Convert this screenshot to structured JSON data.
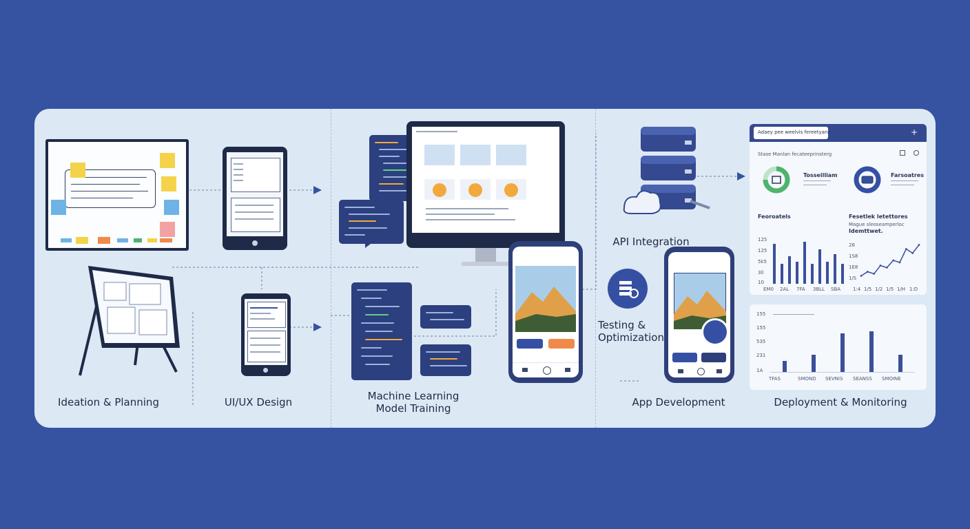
{
  "stages": [
    {
      "label": "Ideation & Planning"
    },
    {
      "label": "UI/UX Design"
    },
    {
      "label": "Machine Learning\nModel Training"
    },
    {
      "label": "API Integration"
    },
    {
      "label": "Testing &\nOptimization"
    },
    {
      "label": "App Development"
    },
    {
      "label": "Deployment & Monitoring"
    }
  ],
  "dashboard": {
    "header_title": "Adaey pee weelvis fereetyane",
    "header_plus": "+",
    "subtitle": "Stase Manlan fecateeprinsterg",
    "kpi1_title": "Tosseilliam",
    "kpi2_title": "Farsoatres",
    "chart1_title": "Feoroatels",
    "chart2_title": "Fesetlek letettores",
    "chart2_sub": "Mague sleoseamperloc",
    "chart2_sub2": "Idemttwet.",
    "chart1_yticks": [
      "125",
      "125",
      "5k5",
      "3ll",
      "10"
    ],
    "chart1_xticks": [
      "EM0",
      "2AL",
      "7FA",
      "3BLL",
      "SBA"
    ],
    "chart2_yticks": [
      "26",
      "1S8",
      "1E8",
      "1/S"
    ],
    "chart2_xticks": [
      "1:4",
      "1/5",
      "1/2",
      "1/5",
      "1/H",
      "1:D"
    ],
    "chart3_yticks": [
      "155",
      "155",
      "535",
      "231",
      "1A"
    ],
    "chart3_xticks": [
      "TFAS",
      "SMOND",
      "SEVNIS",
      "SEANSS",
      "SMOINE"
    ]
  },
  "colors": {
    "background": "#3553a0",
    "panel": "#dde8f5",
    "navy": "#1e2a47",
    "accent_blue": "#3550a3",
    "accent_orange": "#ef8a4b",
    "sticky_yellow": "#f4d34a",
    "sticky_blue": "#6fb3e6",
    "sticky_pink": "#f2a2a2",
    "green": "#4fb36e"
  },
  "chart_data": [
    {
      "type": "bar",
      "values": [
        80,
        40,
        55,
        45,
        85,
        40,
        70,
        45,
        60,
        40
      ],
      "ylim": [
        0,
        100
      ]
    },
    {
      "type": "line",
      "values": [
        10,
        18,
        14,
        30,
        26,
        40,
        36,
        62,
        54,
        70
      ],
      "ylim": [
        0,
        80
      ]
    },
    {
      "type": "bar",
      "values": [
        20,
        30,
        68,
        72,
        30
      ],
      "ylim": [
        0,
        100
      ]
    }
  ]
}
